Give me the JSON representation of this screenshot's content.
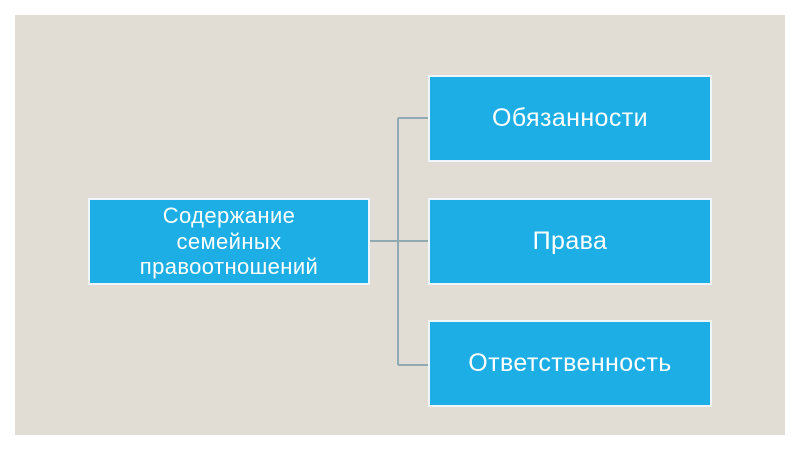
{
  "slide": {
    "background_color": "#e2ddd4",
    "page_background_color": "#ffffff",
    "accent_color": "#1caee4",
    "box_border_color": "#eef6fb",
    "connector_color": "#8faab3",
    "text_color": "#ffffff"
  },
  "diagram": {
    "type": "horizontal-hierarchy",
    "root": {
      "label": "Содержание\nсемейных\nправоотношений"
    },
    "branches": [
      {
        "label": "Обязанности"
      },
      {
        "label": "Права"
      },
      {
        "label": "Ответственность"
      }
    ]
  }
}
